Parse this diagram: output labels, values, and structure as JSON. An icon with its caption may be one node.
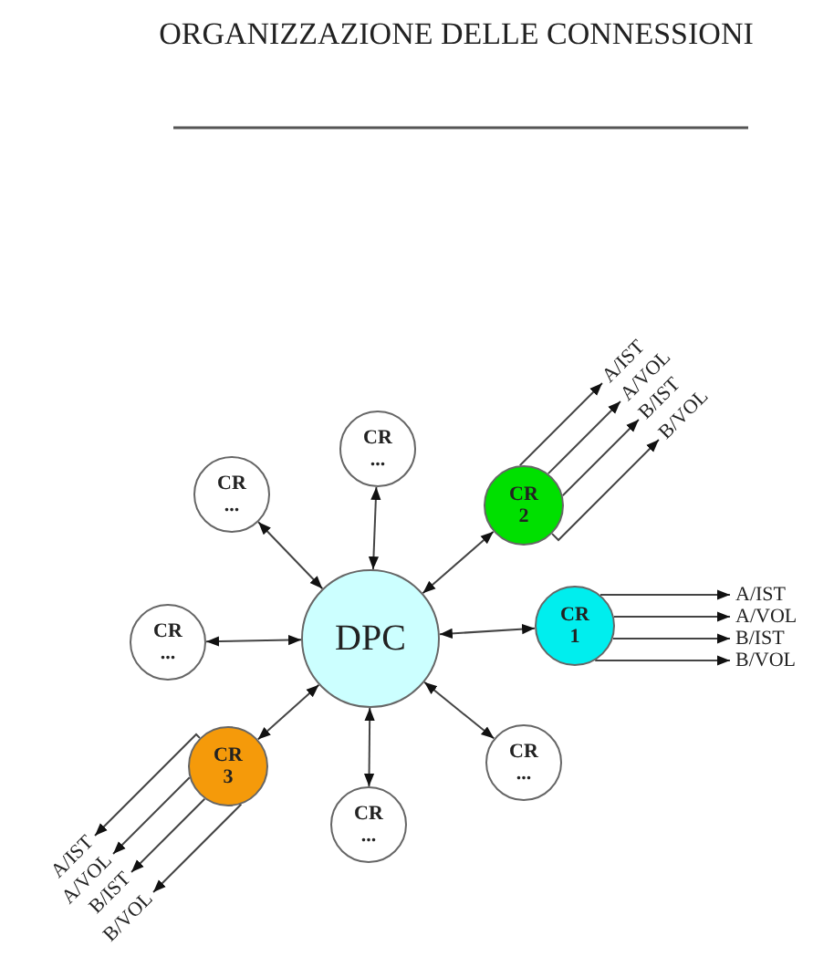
{
  "diagram": {
    "title": "ORGANIZZAZIONE DELLE CONNESSIONI",
    "nodes": [
      {
        "text": [
          "DPC"
        ]
      },
      {
        "text": [
          "CR",
          "..."
        ]
      },
      {
        "text": [
          "CR",
          "..."
        ]
      },
      {
        "text": [
          "CR",
          "2"
        ]
      },
      {
        "text": [
          "CR",
          "..."
        ]
      },
      {
        "text": [
          "CR",
          "1"
        ]
      },
      {
        "text": [
          "CR",
          "3"
        ]
      },
      {
        "text": [
          "CR",
          "..."
        ]
      },
      {
        "text": [
          "CR",
          "..."
        ]
      },
      {
        "text": [
          "A/IST"
        ]
      },
      {
        "text": [
          "A/VOL"
        ]
      },
      {
        "text": [
          "B/IST"
        ]
      },
      {
        "text": [
          "B/VOL"
        ]
      },
      {
        "text": [
          "A/IST"
        ]
      },
      {
        "text": [
          "A/VOL"
        ]
      },
      {
        "text": [
          "B/IST"
        ]
      },
      {
        "text": [
          "B/VOL"
        ]
      },
      {
        "text": [
          "A/IST"
        ]
      },
      {
        "text": [
          "A/VOL"
        ]
      },
      {
        "text": [
          "B/IST"
        ]
      },
      {
        "text": [
          "B/VOL"
        ]
      }
    ],
    "edges": [
      {
        "from": 0,
        "to": 1,
        "arrow": "both"
      },
      {
        "from": 0,
        "to": 2,
        "arrow": "both"
      },
      {
        "from": 0,
        "to": 3,
        "arrow": "both"
      },
      {
        "from": 0,
        "to": 4,
        "arrow": "both"
      },
      {
        "from": 0,
        "to": 5,
        "arrow": "both"
      },
      {
        "from": 0,
        "to": 6,
        "arrow": "both"
      },
      {
        "from": 0,
        "to": 7,
        "arrow": "both"
      },
      {
        "from": 0,
        "to": 8,
        "arrow": "both"
      },
      {
        "from": 3,
        "to": 9,
        "arrow": "to"
      },
      {
        "from": 3,
        "to": 10,
        "arrow": "to"
      },
      {
        "from": 3,
        "to": 11,
        "arrow": "to"
      },
      {
        "from": 3,
        "to": 12,
        "arrow": "to"
      },
      {
        "from": 5,
        "to": 13,
        "arrow": "to"
      },
      {
        "from": 5,
        "to": 14,
        "arrow": "to"
      },
      {
        "from": 5,
        "to": 15,
        "arrow": "to"
      },
      {
        "from": 5,
        "to": 16,
        "arrow": "to"
      },
      {
        "from": 6,
        "to": 17,
        "arrow": "to"
      },
      {
        "from": 6,
        "to": 18,
        "arrow": "to"
      },
      {
        "from": 6,
        "to": 19,
        "arrow": "to"
      },
      {
        "from": 6,
        "to": 20,
        "arrow": "to"
      }
    ]
  }
}
